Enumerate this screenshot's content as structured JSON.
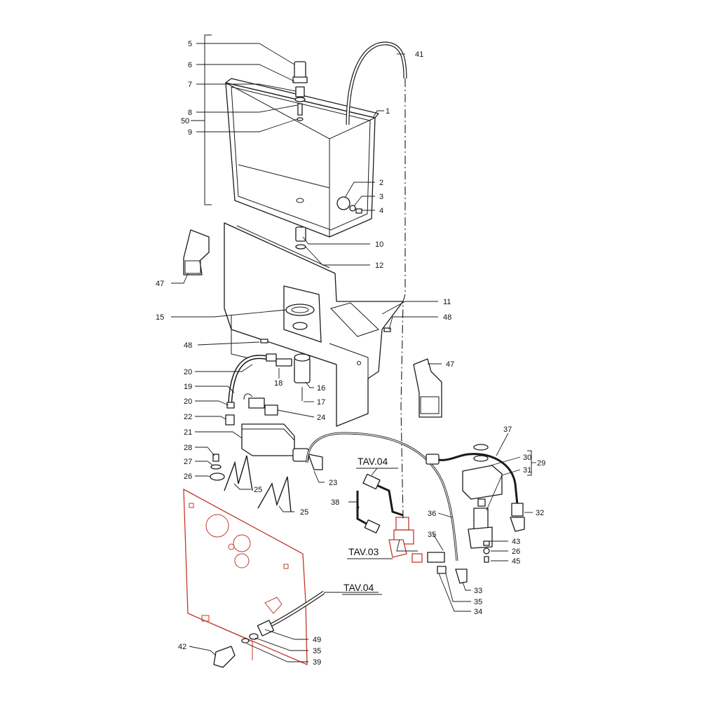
{
  "callouts": [
    {
      "id": "c1",
      "label": "1"
    },
    {
      "id": "c2",
      "label": "2"
    },
    {
      "id": "c3",
      "label": "3"
    },
    {
      "id": "c4",
      "label": "4"
    },
    {
      "id": "c5",
      "label": "5"
    },
    {
      "id": "c6",
      "label": "6"
    },
    {
      "id": "c7",
      "label": "7"
    },
    {
      "id": "c8",
      "label": "8"
    },
    {
      "id": "c9",
      "label": "9"
    },
    {
      "id": "c10",
      "label": "10"
    },
    {
      "id": "c11",
      "label": "11"
    },
    {
      "id": "c12",
      "label": "12"
    },
    {
      "id": "c15",
      "label": "15"
    },
    {
      "id": "c16",
      "label": "16"
    },
    {
      "id": "c17",
      "label": "17"
    },
    {
      "id": "c18",
      "label": "18"
    },
    {
      "id": "c19",
      "label": "19"
    },
    {
      "id": "c20a",
      "label": "20"
    },
    {
      "id": "c20b",
      "label": "20"
    },
    {
      "id": "c21",
      "label": "21"
    },
    {
      "id": "c22",
      "label": "22"
    },
    {
      "id": "c23",
      "label": "23"
    },
    {
      "id": "c24",
      "label": "24"
    },
    {
      "id": "c25a",
      "label": "25"
    },
    {
      "id": "c25b",
      "label": "25"
    },
    {
      "id": "c26a",
      "label": "26"
    },
    {
      "id": "c26b",
      "label": "26"
    },
    {
      "id": "c27",
      "label": "27"
    },
    {
      "id": "c28",
      "label": "28"
    },
    {
      "id": "c29",
      "label": "29"
    },
    {
      "id": "c30",
      "label": "30"
    },
    {
      "id": "c31",
      "label": "31"
    },
    {
      "id": "c32",
      "label": "32"
    },
    {
      "id": "c33",
      "label": "33"
    },
    {
      "id": "c34",
      "label": "34"
    },
    {
      "id": "c35a",
      "label": "35"
    },
    {
      "id": "c35b",
      "label": "35"
    },
    {
      "id": "c35c",
      "label": "35"
    },
    {
      "id": "c36",
      "label": "36"
    },
    {
      "id": "c37",
      "label": "37"
    },
    {
      "id": "c38",
      "label": "38"
    },
    {
      "id": "c39",
      "label": "39"
    },
    {
      "id": "c41",
      "label": "41"
    },
    {
      "id": "c42",
      "label": "42"
    },
    {
      "id": "c43",
      "label": "43"
    },
    {
      "id": "c45",
      "label": "45"
    },
    {
      "id": "c47a",
      "label": "47"
    },
    {
      "id": "c47b",
      "label": "47"
    },
    {
      "id": "c48a",
      "label": "48"
    },
    {
      "id": "c48b",
      "label": "48"
    },
    {
      "id": "c49",
      "label": "49"
    },
    {
      "id": "c50",
      "label": "50"
    }
  ],
  "tav": {
    "top": "TAV.04",
    "mid": "TAV.03",
    "bottom": "TAV.04"
  },
  "colors": {
    "line": "#1a1a1a",
    "highlight": "#c0392b"
  }
}
